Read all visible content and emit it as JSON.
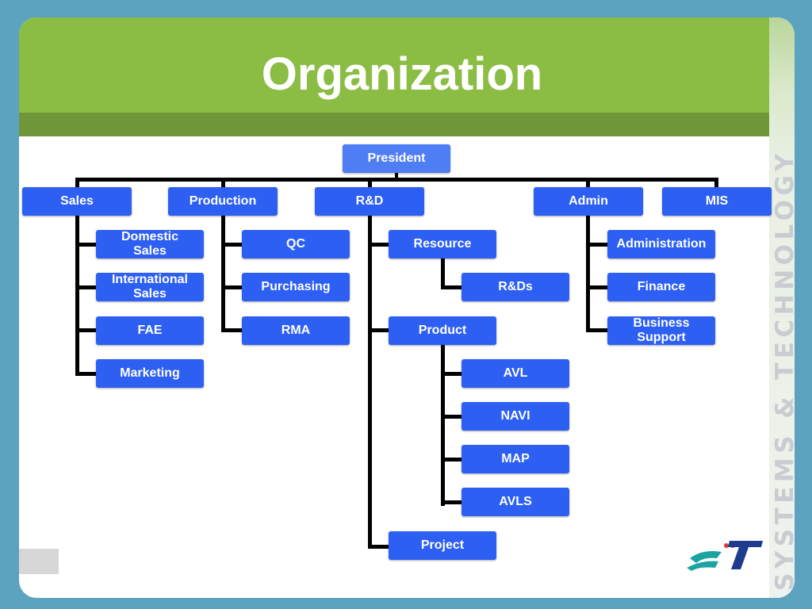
{
  "title": "Organization",
  "side_text": "SYSTEMS & TECHNOLOGY",
  "colors": {
    "background": "#5ba3bf",
    "title_bar": "#8bbd45",
    "title_strip": "#70963a",
    "node": "#2d5ff2",
    "connector": "#000000"
  },
  "org": {
    "president": "President",
    "departments": {
      "sales": {
        "label": "Sales",
        "children": [
          "Domestic\nSales",
          "International\nSales",
          "FAE",
          "Marketing"
        ]
      },
      "production": {
        "label": "Production",
        "children": [
          "QC",
          "Purchasing",
          "RMA"
        ]
      },
      "rnd": {
        "label": "R&D",
        "resource": "Resource",
        "resource_children": [
          "R&Ds"
        ],
        "product": "Product",
        "product_children": [
          "AVL",
          "NAVI",
          "MAP",
          "AVLS"
        ],
        "project": "Project"
      },
      "admin": {
        "label": "Admin",
        "children": [
          "Administration",
          "Finance",
          "Business\nSupport"
        ]
      },
      "mis": {
        "label": "MIS"
      }
    }
  }
}
